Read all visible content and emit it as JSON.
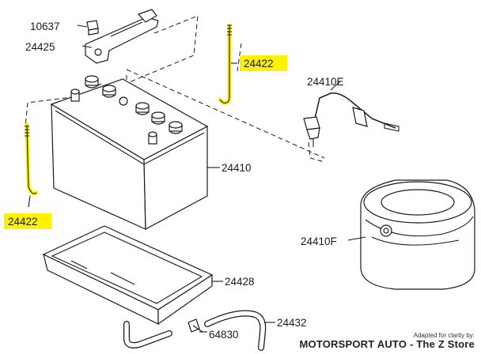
{
  "labels": {
    "p10637": "10637",
    "p24425": "24425",
    "p24422_top": "24422",
    "p24422_left": "24422",
    "p24410E": "24410E",
    "p24410": "24410",
    "p24410F": "24410F",
    "p24428": "24428",
    "p24432": "24432",
    "p64830": "64830"
  },
  "credit": {
    "adapted": "Adapted for clarity by:",
    "store": "MOTORSPORT AUTO - The Z Store"
  },
  "colors": {
    "highlight": "#fff200",
    "line": "#1a1a1a"
  }
}
